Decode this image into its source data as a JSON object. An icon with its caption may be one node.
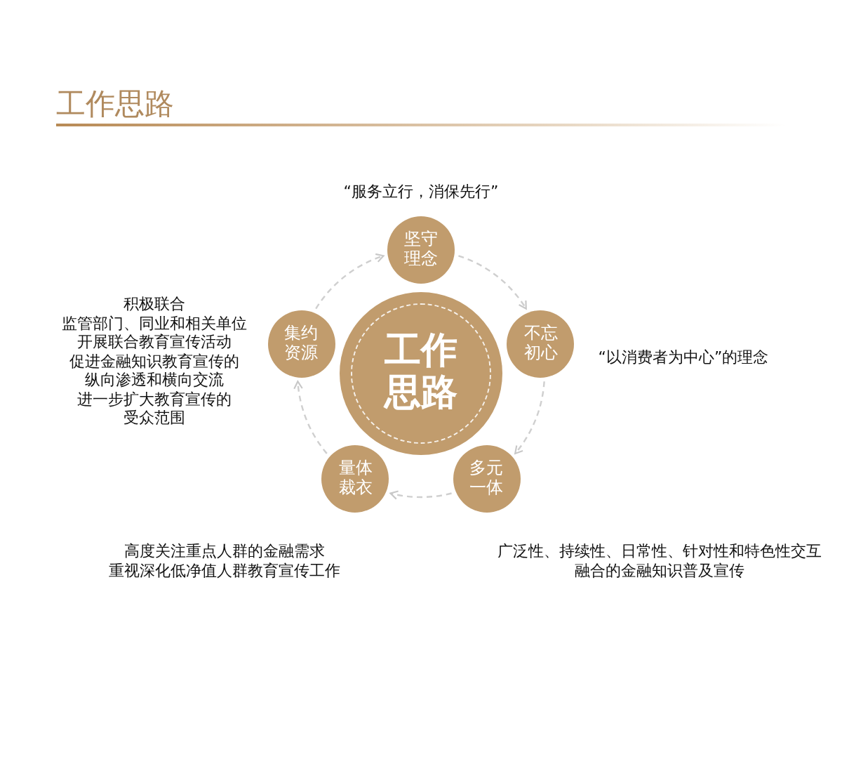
{
  "diagram": {
    "title": "工作思路",
    "nodes": [
      {
        "text": [
          "工作思路"
        ]
      },
      {
        "text": [
          "坚守理念"
        ],
        "beside": [
          "“服务立行，消保先行”"
        ]
      },
      {
        "text": [
          "不忘初心"
        ],
        "beside": [
          "“以消费者为中心”的理念"
        ]
      },
      {
        "text": [
          "多元一体"
        ],
        "beside": [
          "广泛性、持续性、日常性、针对性和特色性交互融合的金融知识普及宣传"
        ]
      },
      {
        "text": [
          "量体裁衣"
        ],
        "beside": [
          "高度关注重点人群的金融需求",
          "重视深化低净值人群教育宣传工作"
        ]
      },
      {
        "text": [
          "集约资源"
        ],
        "beside": [
          "积极联合",
          "监管部门、同业和相关单位",
          "开展联合教育宣传活动",
          "促进金融知识教育宣传的",
          "纵向渗透和横向交流",
          "进一步扩大教育宣传的",
          "受众范围"
        ]
      }
    ],
    "edges": [
      {
        "from": 1,
        "to": 2,
        "arrow": "to"
      },
      {
        "from": 2,
        "to": 3,
        "arrow": "to"
      },
      {
        "from": 3,
        "to": 4,
        "arrow": "to"
      },
      {
        "from": 4,
        "to": 5,
        "arrow": "to"
      },
      {
        "from": 5,
        "to": 1,
        "arrow": "to"
      }
    ]
  }
}
